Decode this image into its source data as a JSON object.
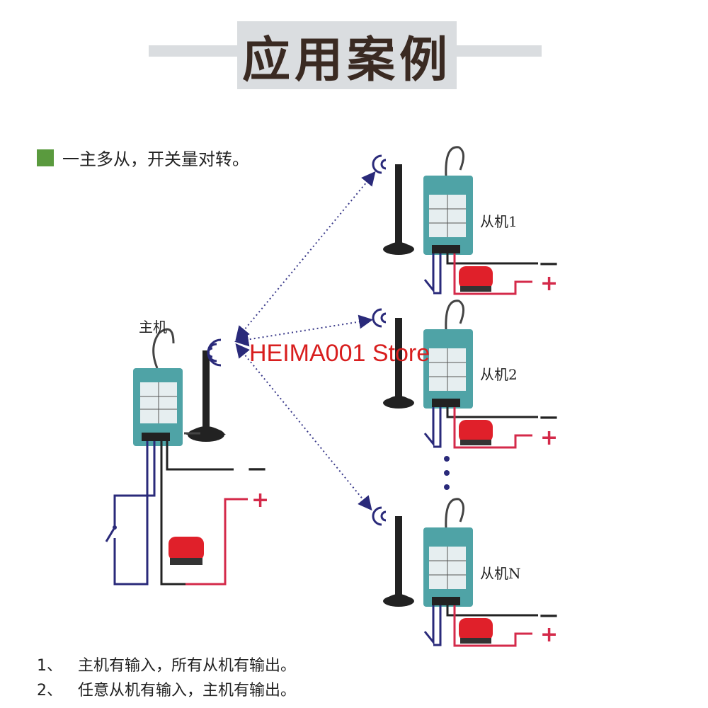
{
  "title": "应用案例",
  "subtitle": "一主多从，开关量对转。",
  "master_label": "主机",
  "slaves": [
    {
      "label": "从机1"
    },
    {
      "label": "从机2"
    },
    {
      "label": "从机N"
    }
  ],
  "minus_sign": "—",
  "plus_sign": "+",
  "watermark": "HEIMA001 Store",
  "notes": [
    {
      "num": "1、",
      "text": "主机有输入，所有从机有输出。"
    },
    {
      "num": "2、",
      "text": "任意从机有输入，主机有输出。"
    }
  ],
  "colors": {
    "module": "#4fa3a6",
    "wire_blue": "#2a2a7a",
    "wire_red": "#d42a4a",
    "signal_line": "#2a2a7a",
    "lamp": "#e0202a",
    "accent_square": "#5a9a3e"
  },
  "icons": [
    "antenna-icon",
    "wireless-signal-icon",
    "warning-lamp-icon",
    "switch-icon"
  ]
}
